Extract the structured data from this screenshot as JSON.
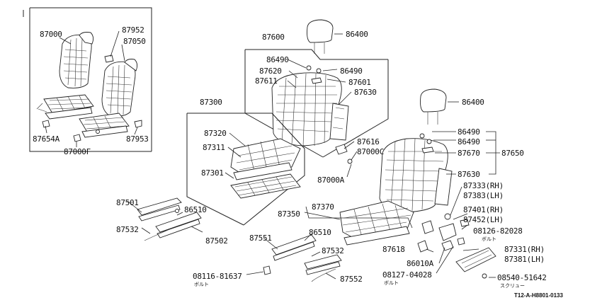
{
  "labels": {
    "l87000": "87000",
    "l87952": "87952",
    "l87050": "87050",
    "l87654A": "87654A",
    "l87000F": "87000F",
    "l87953": "87953",
    "l87600": "87600",
    "l86400a": "86400",
    "l86490a": "86490",
    "l86490b": "86490",
    "l87620": "87620",
    "l87611": "87611",
    "l87601": "87601",
    "l87630a": "87630",
    "l87300": "87300",
    "l87320": "87320",
    "l87311": "87311",
    "l87301": "87301",
    "l87616": "87616",
    "l87000C": "87000C",
    "l87000A": "87000A",
    "l86400b": "86400",
    "l86490c": "86490",
    "l86490d": "86490",
    "l87670": "87670",
    "l87650": "87650",
    "l87630b": "87630",
    "l87333": "87333(RH)",
    "l87383": "87383(LH)",
    "l87401": "87401(RH)",
    "l87452": "87452(LH)",
    "l08126": "08126-82028",
    "l87501": "87501",
    "l86510a": "86510",
    "l87532a": "87532",
    "l87502": "87502",
    "l87350": "87350",
    "l87370": "87370",
    "l86510b": "86510",
    "l87551": "87551",
    "l87532b": "87532",
    "l87618": "87618",
    "l86010A": "86010A",
    "l87331": "87331(RH)",
    "l87381": "87381(LH)",
    "l08116": "08116-81637",
    "l87552": "87552",
    "l08127": "08127-04028",
    "l08540": "08540-51642"
  },
  "notes": {
    "bolt1": "ボルト",
    "bolt2": "ボルト",
    "bolt3": "ボルト",
    "screw": "スクリュー"
  },
  "ref_code": "T12-A-H8801-0133"
}
